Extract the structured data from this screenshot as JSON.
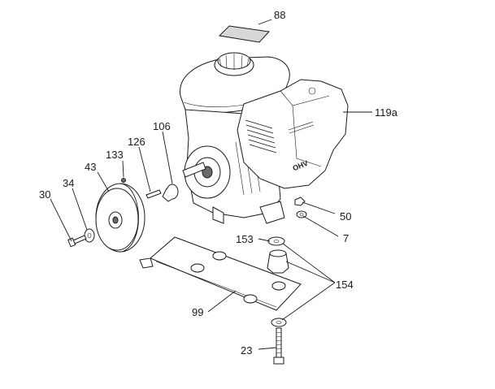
{
  "callouts": [
    {
      "id": "c88",
      "text": "88"
    },
    {
      "id": "c119a",
      "text": "119a"
    },
    {
      "id": "c106",
      "text": "106"
    },
    {
      "id": "c126",
      "text": "126"
    },
    {
      "id": "c133",
      "text": "133"
    },
    {
      "id": "c43",
      "text": "43"
    },
    {
      "id": "c34",
      "text": "34"
    },
    {
      "id": "c30",
      "text": "30"
    },
    {
      "id": "c50",
      "text": "50"
    },
    {
      "id": "c7",
      "text": "7"
    },
    {
      "id": "c153",
      "text": "153"
    },
    {
      "id": "c154",
      "text": "154"
    },
    {
      "id": "c99",
      "text": "99"
    },
    {
      "id": "c23",
      "text": "23"
    }
  ],
  "engine_logo_text": "OHV"
}
